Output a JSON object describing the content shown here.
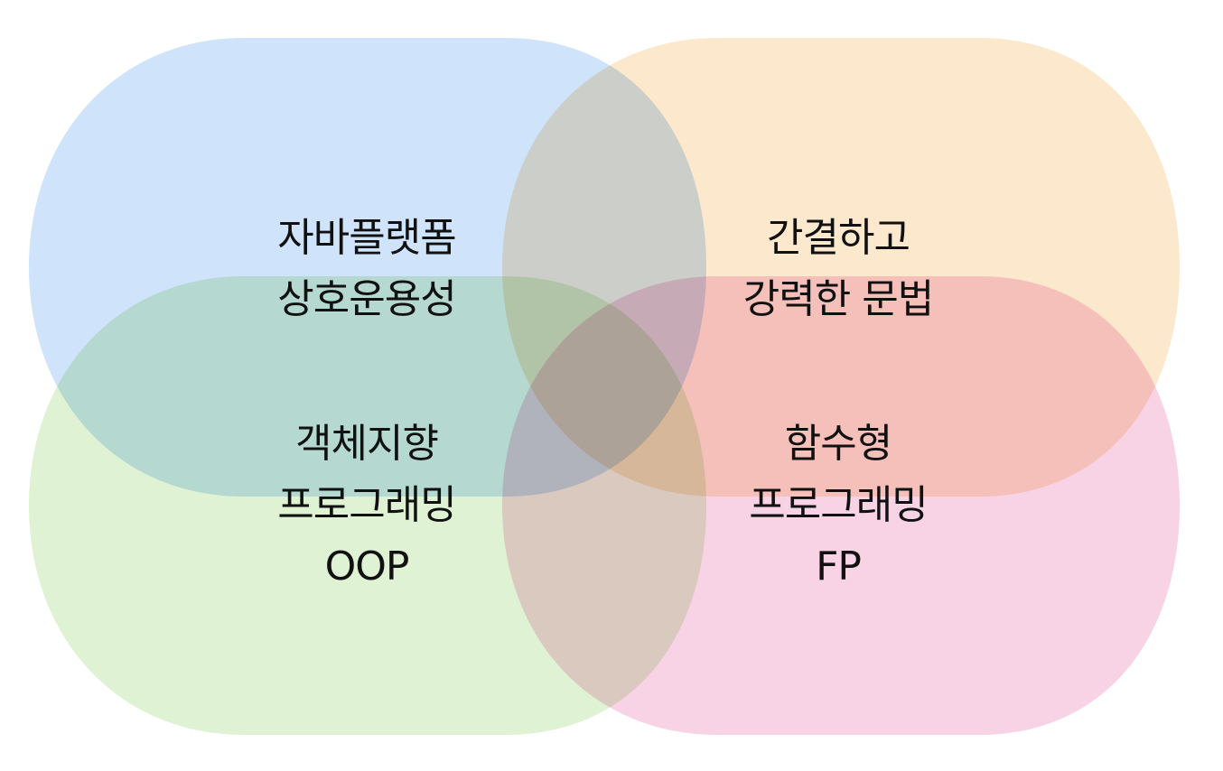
{
  "colors": {
    "java": "#cfe3fb",
    "syntax": "#fce8cd",
    "oop": "#dff3d4",
    "fp": "#f8d3e6",
    "text": "#111111"
  },
  "regions": {
    "java": {
      "line1": "자바플랫폼",
      "line2": "상호운용성"
    },
    "syntax": {
      "line1": "간결하고",
      "line2": "강력한 문법"
    },
    "oop": {
      "line1": "객체지향",
      "line2": "프로그래밍",
      "line3": "OOP"
    },
    "fp": {
      "line1": "함수형",
      "line2": "프로그래밍",
      "line3": "FP"
    }
  }
}
